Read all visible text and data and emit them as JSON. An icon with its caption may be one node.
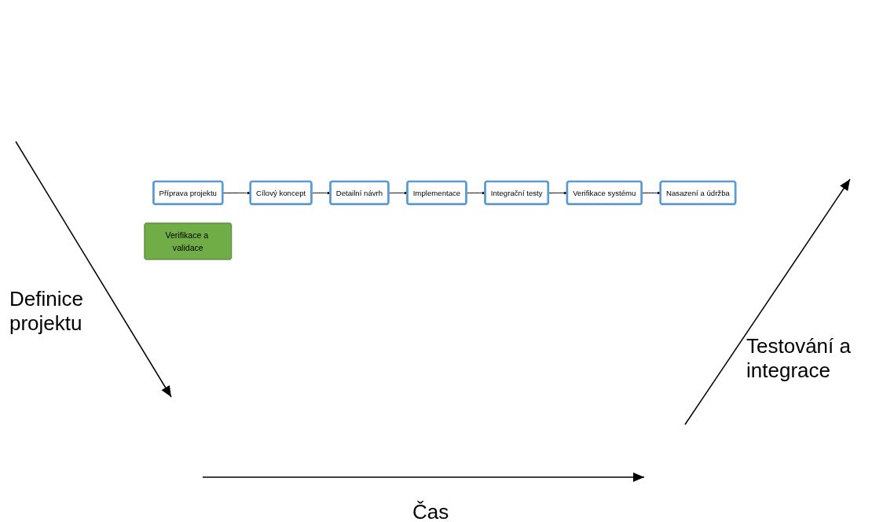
{
  "diagram": {
    "nodes": [
      {
        "text": [
          "Příprava projektu"
        ]
      },
      {
        "text": [
          "Cílový koncept"
        ]
      },
      {
        "text": [
          "Detailní návrh"
        ]
      },
      {
        "text": [
          "Implementace"
        ]
      },
      {
        "text": [
          "Integrační testy"
        ]
      },
      {
        "text": [
          "Verifikace systému"
        ]
      },
      {
        "text": [
          "Nasazení a údržba"
        ]
      },
      {
        "text": [
          "Verifikace a validace"
        ]
      }
    ],
    "edges": [
      {
        "from": 0,
        "to": 1,
        "arrow": "to"
      },
      {
        "from": 1,
        "to": 2,
        "arrow": "to"
      },
      {
        "from": 2,
        "to": 3,
        "arrow": "to"
      },
      {
        "from": 3,
        "to": 4,
        "arrow": "to"
      },
      {
        "from": 4,
        "to": 5,
        "arrow": "to"
      },
      {
        "from": 5,
        "to": 6,
        "arrow": "to"
      }
    ],
    "labels": [
      "Definice projektu",
      "Testování a integrace",
      "Čas"
    ]
  }
}
